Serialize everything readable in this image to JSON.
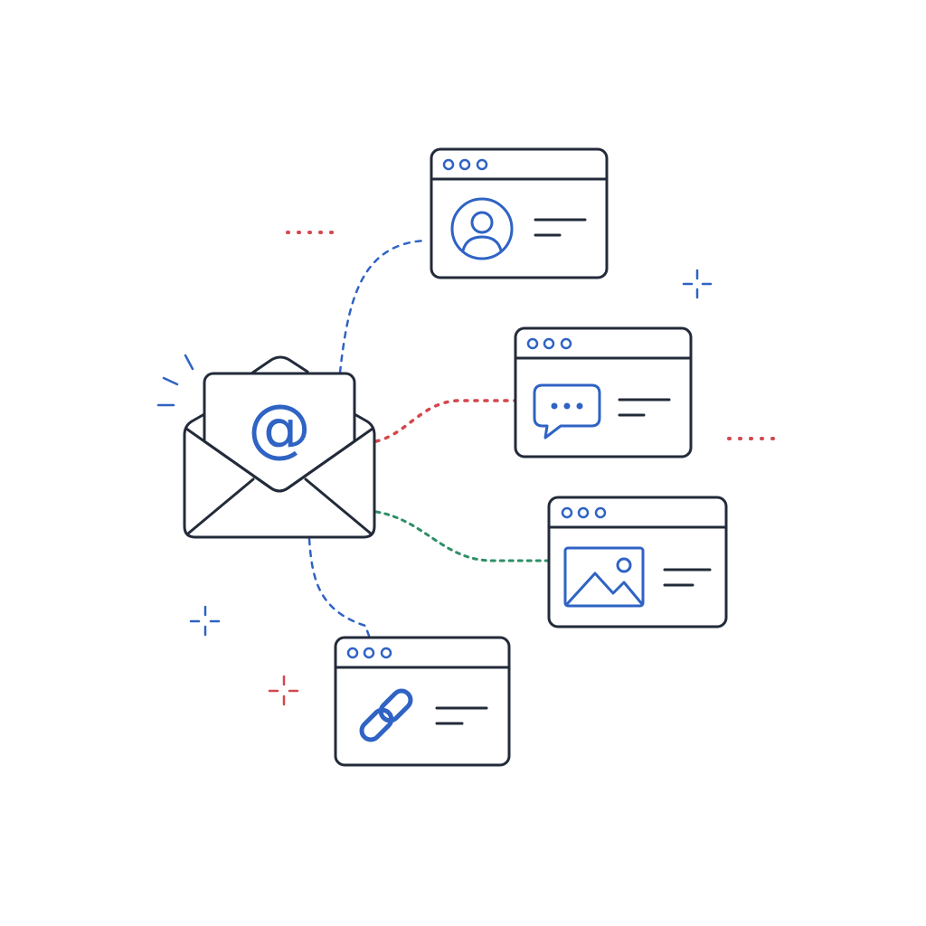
{
  "illustration": {
    "center_symbol": "@",
    "central_element": {
      "icon": "open-envelope-icon",
      "letter_icon": "at-sign-icon"
    },
    "windows": [
      {
        "id": "profile",
        "icon": "user-profile-icon",
        "connector_color": "#2f63c4"
      },
      {
        "id": "message",
        "icon": "chat-bubble-icon",
        "connector_color": "#d4474e"
      },
      {
        "id": "image",
        "icon": "image-icon",
        "connector_color": "#2e8f67"
      },
      {
        "id": "link",
        "icon": "chain-link-icon",
        "connector_color": "#2f63c4"
      }
    ]
  },
  "colors": {
    "ink": "#232b3a",
    "blue": "#2f63c4",
    "red": "#d4474e",
    "green": "#2e8f67",
    "background": "#ffffff"
  }
}
